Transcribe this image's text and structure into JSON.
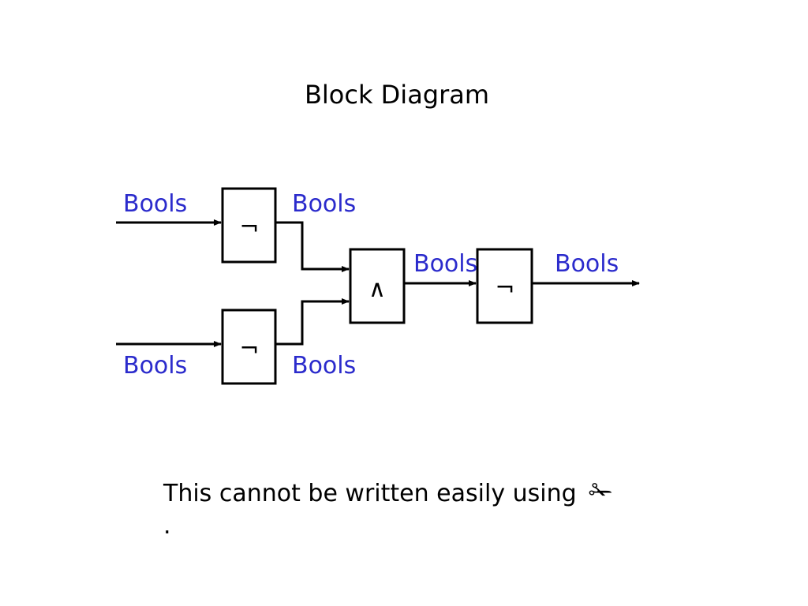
{
  "title": "Block Diagram",
  "colors": {
    "label": "#2b2bcc",
    "line": "#000000"
  },
  "labels": {
    "in_top": "Bools",
    "in_bottom": "Bools",
    "not_top_out": "Bools",
    "not_bottom_out": "Bools",
    "and_out": "Bools",
    "final_out": "Bools"
  },
  "gates": {
    "not_top": "¬",
    "not_bottom": "¬",
    "and": "∧",
    "not_final": "¬"
  },
  "caption": {
    "text": "This cannot be written easily using",
    "icon": "scissors-icon",
    "glyph": "✁",
    "trailing": "."
  }
}
